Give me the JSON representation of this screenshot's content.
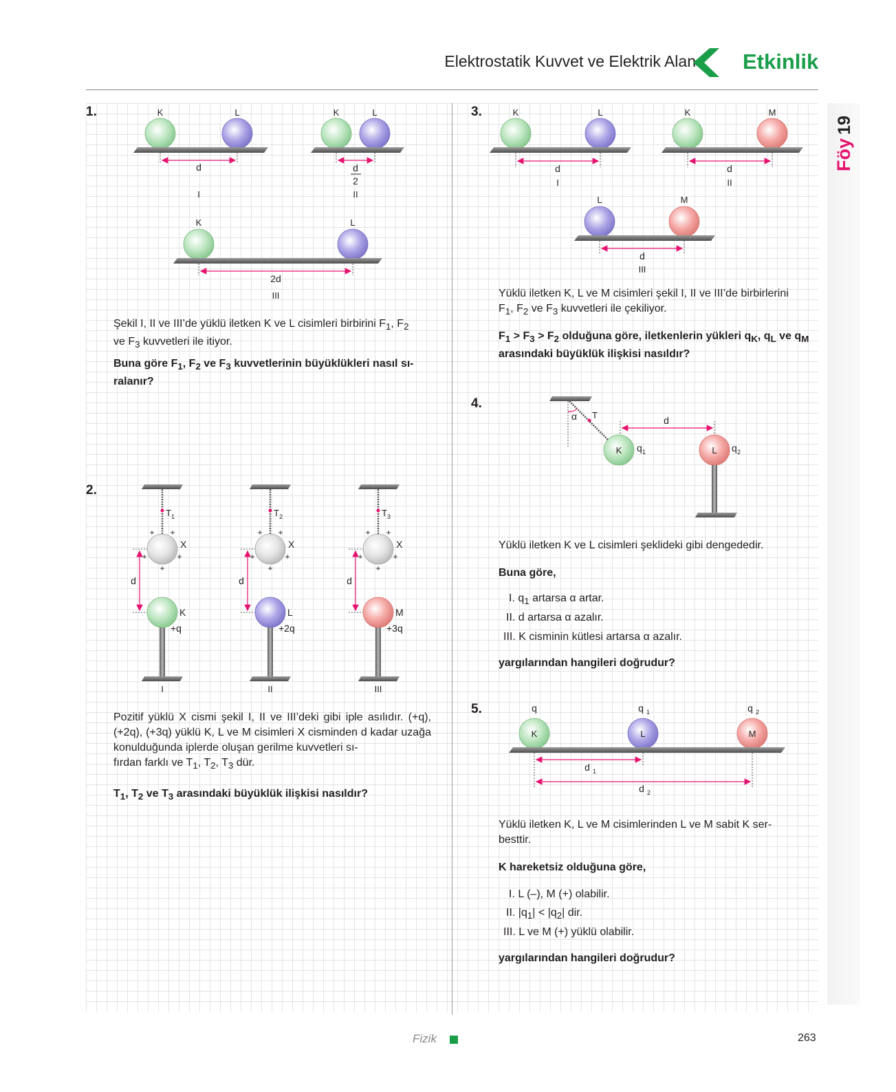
{
  "header": {
    "title": "Elektrostatik Kuvvet ve Elektrik Alan",
    "brand": "Etkinlik"
  },
  "side_tab": {
    "label": "Föy",
    "number": "19"
  },
  "footer": {
    "subject": "Fizik",
    "page_number": "263"
  },
  "colors": {
    "green_sphere": "#b9e6bd",
    "purple_sphere": "#a9a2e3",
    "red_sphere": "#f3a3a0",
    "gray_sphere": "#e2e2e2",
    "accent_green": "#1a9e4a",
    "arrow_magenta": "#e6136e"
  },
  "labels": {
    "K": "K",
    "L": "L",
    "M": "M",
    "X": "X",
    "T": "T",
    "q": "q",
    "alpha": "α",
    "d": "d",
    "two": "2",
    "two_d": "2d",
    "one": "1",
    "three": "3",
    "I": "I",
    "II": "II",
    "III": "III",
    "plus": "+",
    "plus_q": "+q",
    "plus_2q": "+2q",
    "plus_3q": "+3q"
  },
  "q1": {
    "number": "1.",
    "p1_a": "Şekil I, II ve III’de yüklü iletken K ve L cisimleri birbirini F",
    "p1_b": ", F",
    "p1_c": "ve F",
    "p1_d": " kuvvetleri ile itiyor.",
    "p2_a": "Buna göre F",
    "p2_b": ", F",
    "p2_c": " ve F",
    "p2_d": " kuvvetlerinin büyüklükleri nasıl sı-",
    "p2_e": "ralanır?"
  },
  "q2": {
    "number": "2.",
    "p1": "Pozitif yüklü X cismi şekil I, II ve III’deki gibi iple asılıdır. (+q), (+2q), (+3q) yüklü K, L ve M cisimleri X cisminden d kadar uzağa konulduğunda iplerde oluşan gerilme kuvvetleri sı-",
    "p1_last_a": "fırdan farklı ve T",
    "p1_last_b": ", T",
    "p1_last_c": ", T",
    "p1_last_d": " dür.",
    "p2_a": "T",
    "p2_b": ", T",
    "p2_c": " ve T",
    "p2_d": " arasındaki büyüklük ilişkisi nasıldır?"
  },
  "q3": {
    "number": "3.",
    "p1_line1": "Yüklü iletken K, L ve M cisimleri şekil I, II ve III’de birbirlerini",
    "p1_a": "F",
    "p1_b": ", F",
    "p1_c": " ve F",
    "p1_d": " kuvvetleri ile çekiliyor.",
    "p2_a": "F",
    "p2_b": " > F",
    "p2_c": " > F",
    "p2_d": " olduğuna göre, iletkenlerin yükleri q",
    "p2_sub_K": "K",
    "p2_e": ", q",
    "p2_sub_L": "L",
    "p2_f": " ve q",
    "p2_sub_M": "M",
    "p2_line2": "arasındaki büyüklük ilişkisi nasıldır?"
  },
  "q4": {
    "number": "4.",
    "p1": "Yüklü iletken K ve L cisimleri şeklideki gibi dengededir.",
    "p2": "Buna göre,",
    "opt1_a": "I. q",
    "opt1_b": " artarsa α artar.",
    "opt2": "II. d artarsa α azalır.",
    "opt3": "III. K cisminin kütlesi artarsa α azalır.",
    "question": "yargılarından hangileri doğrudur?"
  },
  "q5": {
    "number": "5.",
    "p1": "Yüklü iletken K, L ve M cisimlerinden L ve M sabit K ser-",
    "p1_line2": "besttir.",
    "p2": "K hareketsiz olduğuna göre,",
    "opt1": "I. L (–), M (+) olabilir.",
    "opt2_a": "II. |q",
    "opt2_b": "| < |q",
    "opt2_c": "| dir.",
    "opt3": "III. L ve M (+) yüklü olabilir.",
    "question": "yargılarından hangileri doğrudur?"
  }
}
